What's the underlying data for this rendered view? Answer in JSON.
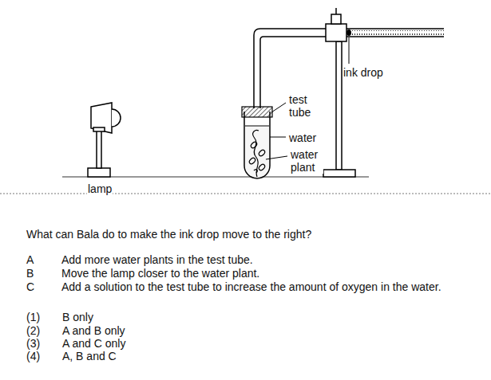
{
  "diagram": {
    "labels": [
      "ink drop",
      "test tube",
      "water",
      "water plant",
      "lamp",
      "What can Bala do to make the ink drop move to the right?",
      "A",
      "Add more water plants in the test tube.",
      "B",
      "Move the lamp closer to the water plant.",
      "C",
      "Add a solution to the test tube to increase the amount of oxygen in the water.",
      "(1)",
      "B only",
      "(2)",
      "A and B only",
      "(3)",
      "A and C only",
      "(4)",
      "A, B and C"
    ]
  }
}
